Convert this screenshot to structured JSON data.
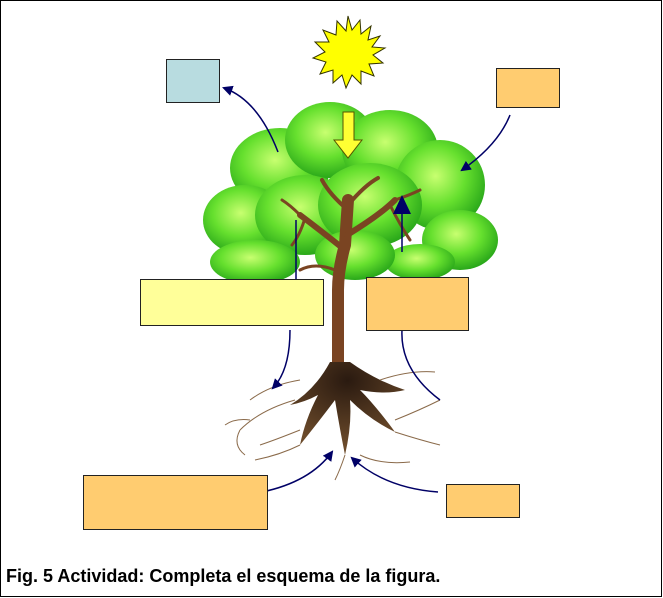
{
  "caption": "Fig. 5  Actividad: Completa el esquema de la figura.",
  "colors": {
    "light_blue_box": "#b8dce0",
    "orange_box": "#ffcc70",
    "yellow_box": "#ffff99",
    "arrow": "#000066",
    "sun": "#ffff00",
    "foliage": "#44dd22",
    "trunk": "#7a4422"
  },
  "icons": {
    "sun": "sun-icon",
    "tree": "tree-icon",
    "light_arrow": "down-arrow-icon",
    "sap_arrow": "up-arrow-icon"
  },
  "label_boxes": [
    {
      "id": "top-left",
      "text": ""
    },
    {
      "id": "top-right",
      "text": ""
    },
    {
      "id": "middle-left",
      "text": ""
    },
    {
      "id": "middle-right",
      "text": ""
    },
    {
      "id": "bottom-left",
      "text": ""
    },
    {
      "id": "bottom-right",
      "text": ""
    }
  ]
}
